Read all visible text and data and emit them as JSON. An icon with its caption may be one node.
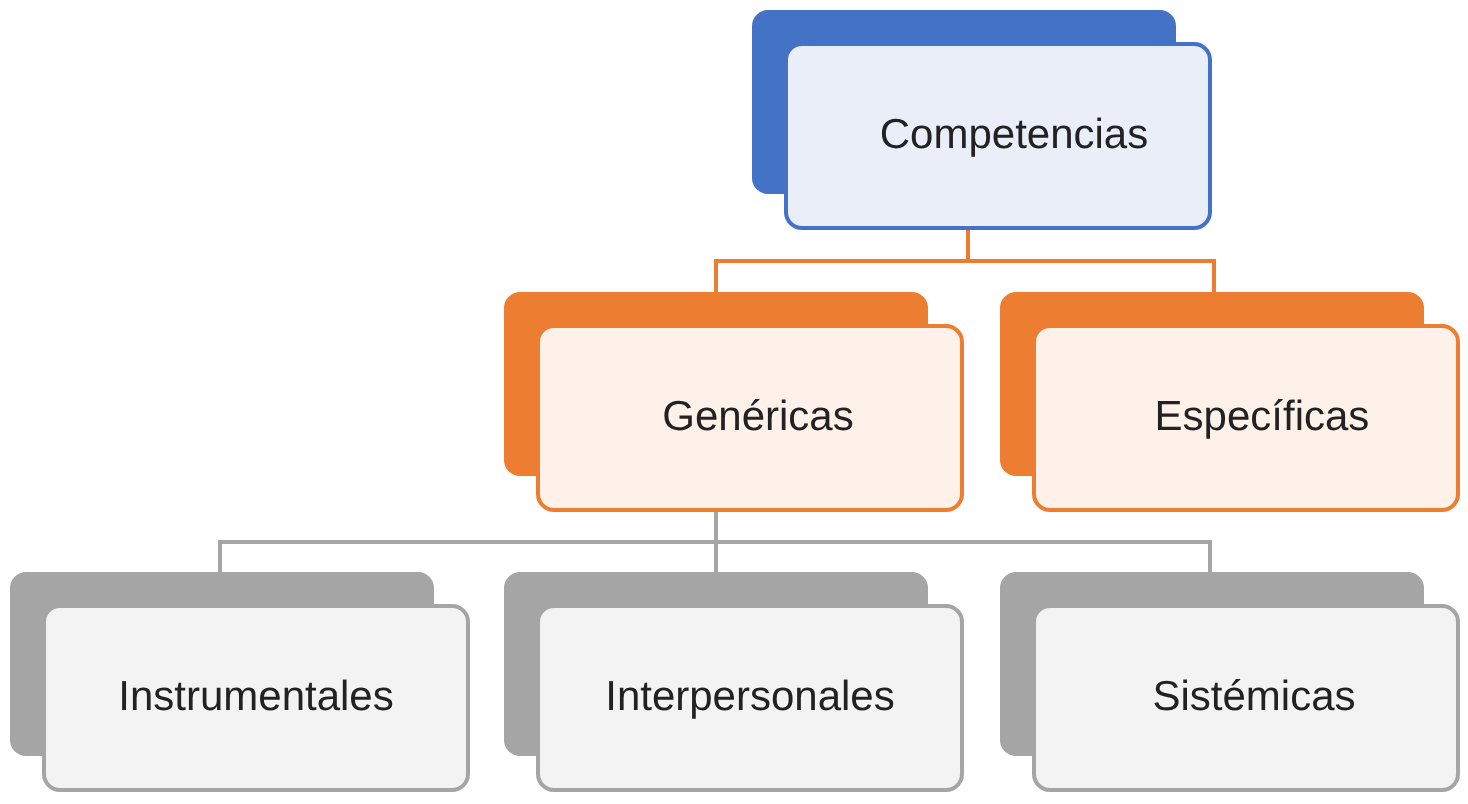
{
  "diagram": {
    "nodes": [
      {
        "text": [
          "Competencias"
        ]
      },
      {
        "text": [
          "Genéricas"
        ]
      },
      {
        "text": [
          "Específicas"
        ]
      },
      {
        "text": [
          "Instrumentales"
        ]
      },
      {
        "text": [
          "Interpersonales"
        ]
      },
      {
        "text": [
          "Sistémicas"
        ]
      }
    ],
    "edges": [
      {
        "from": 0,
        "to": 1,
        "arrow": "none",
        "color": "#ed7d31"
      },
      {
        "from": 0,
        "to": 2,
        "arrow": "none",
        "color": "#ed7d31"
      },
      {
        "from": 1,
        "to": 3,
        "arrow": "none"
      },
      {
        "from": 1,
        "to": 4,
        "arrow": "none"
      },
      {
        "from": 1,
        "to": 5,
        "arrow": "none"
      }
    ]
  }
}
